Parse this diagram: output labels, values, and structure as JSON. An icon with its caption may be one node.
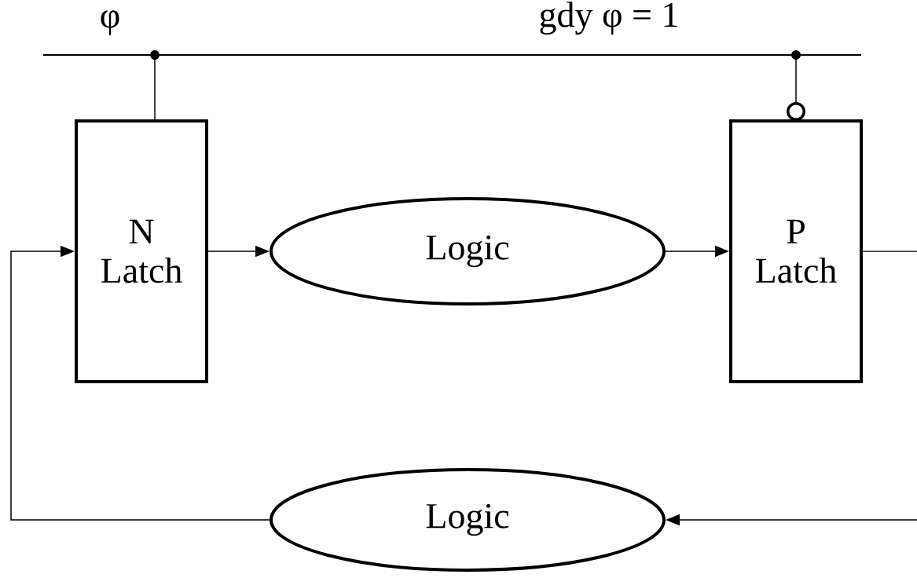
{
  "diagram": {
    "nodes": [
      {
        "text": [
          "N Latch"
        ]
      },
      {
        "text": [
          "Logic"
        ]
      },
      {
        "text": [
          "P Latch"
        ]
      },
      {
        "text": [
          "Logic"
        ]
      },
      {
        "text": [],
        "shape": "bar",
        "beside": [
          "φ"
        ]
      }
    ],
    "edges": [
      {
        "from": 0,
        "to": 1,
        "arrow": "to"
      },
      {
        "from": 1,
        "to": 2,
        "arrow": "to"
      },
      {
        "from": 2,
        "to": null,
        "arrow": "none"
      },
      {
        "from": null,
        "to": 3,
        "arrow": "to"
      },
      {
        "from": 3,
        "to": 0,
        "arrow": "to"
      },
      {
        "from": 4,
        "to": 0,
        "arrow": "none"
      },
      {
        "from": 4,
        "to": 2,
        "arrow": "other"
      }
    ],
    "labels": [
      "gdy φ = 1"
    ]
  }
}
